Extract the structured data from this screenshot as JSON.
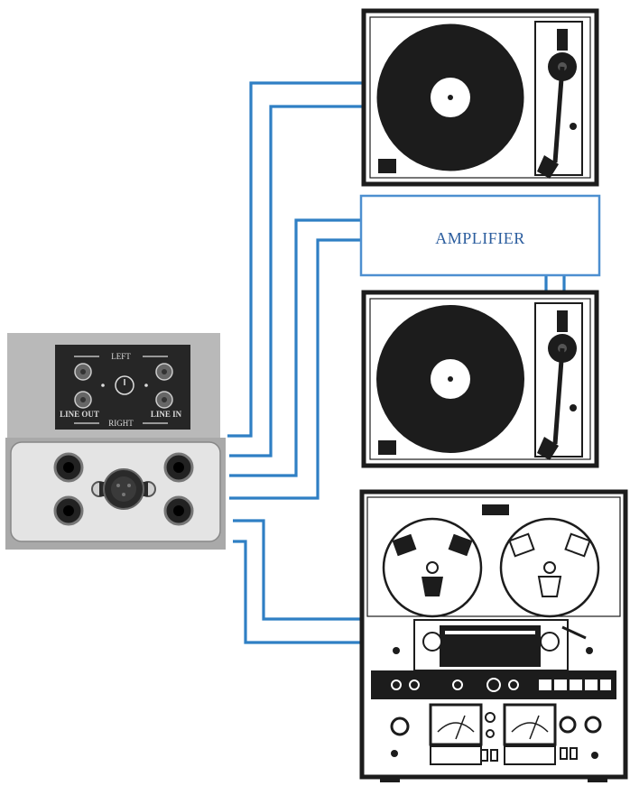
{
  "amplifier": {
    "label": "AMPLIFIER"
  },
  "panel": {
    "top_label": "LEFT",
    "bottom_label": "RIGHT",
    "line_out_label": "LINE OUT",
    "line_in_label": "LINE IN"
  },
  "colors": {
    "cable": "#2f7fc4",
    "amplifier_text": "#2b5d9e",
    "amplifier_border": "#4d8fd0",
    "panel_gray": "#b9b9b9",
    "panel_dark": "#262626",
    "device_ink": "#1c1c1c"
  },
  "icons": {
    "turntable": "turntable-icon",
    "tape_deck": "reel-to-reel-tape-deck-icon",
    "jack": "rca-jack-icon",
    "din": "din-socket-icon"
  }
}
